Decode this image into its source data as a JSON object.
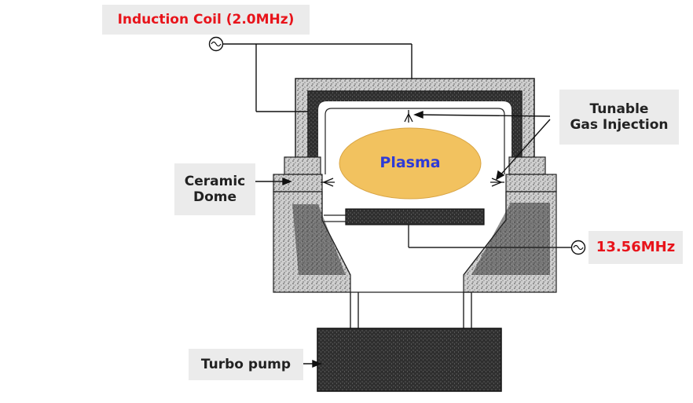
{
  "labels": {
    "induction_coil": "Induction Coil (2.0MHz)",
    "tunable_gas_line1": "Tunable",
    "tunable_gas_line2": "Gas Injection",
    "ceramic_line1": "Ceramic",
    "ceramic_line2": "Dome",
    "plasma": "Plasma",
    "rf_bias": "13.56MHz",
    "turbo_pump": "Turbo pump"
  },
  "colors": {
    "label_background": "#ebebeb",
    "red_text": "#e8141b",
    "plasma_fill": "#f2c25f",
    "plasma_text": "#2f3bd6",
    "dark_texture": "#3a3a3a"
  },
  "icons": {
    "ac_source": "ac-source-icon"
  }
}
